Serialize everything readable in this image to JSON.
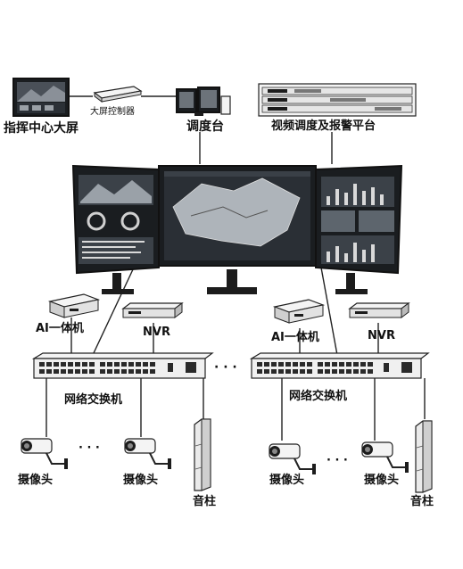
{
  "labels": {
    "command_center_screen": "指挥中心大屏",
    "screen_controller": "大屏控制器",
    "dispatch_desk": "调度台",
    "video_platform": "视频调度及报警平台",
    "ai_box_left": "AI一体机",
    "nvr_left": "NVR",
    "ai_box_right": "AI一体机",
    "nvr_right": "NVR",
    "switch_left": "网络交换机",
    "switch_right": "网络交换机",
    "switch_ellipsis": "· · ·",
    "camera_1": "摄像头",
    "camera_2": "摄像头",
    "camera_3": "摄像头",
    "camera_4": "摄像头",
    "camera_ellipsis_left": "· · ·",
    "camera_ellipsis_right": "· · ·",
    "speaker_left": "音柱",
    "speaker_right": "音柱"
  },
  "colors": {
    "line": "#222222",
    "screen_bg": "#1a1d20",
    "device_body": "#f4f4f4"
  }
}
